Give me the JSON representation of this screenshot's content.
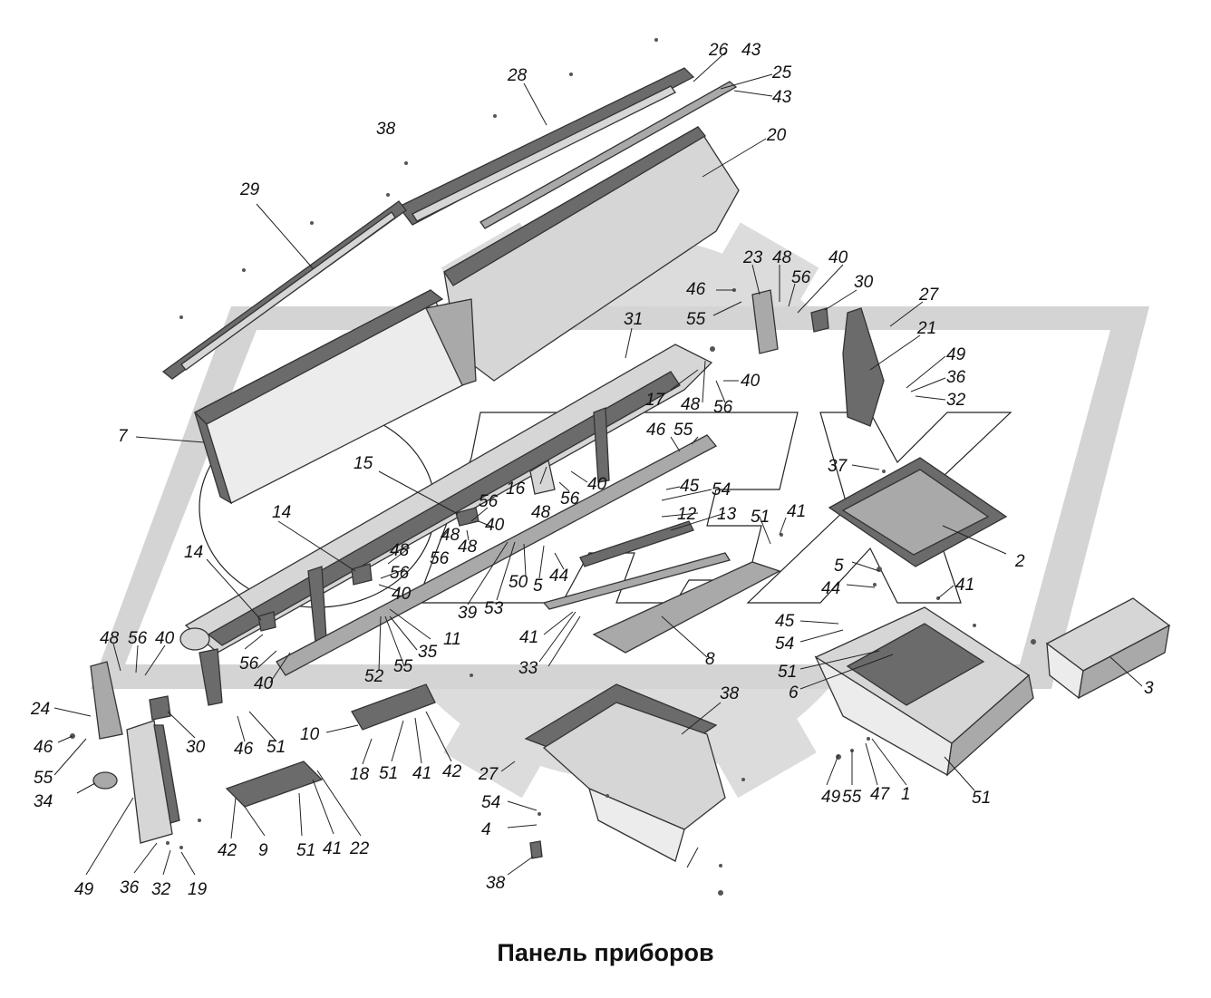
{
  "caption": "Панель приборов",
  "watermark": {
    "letters": [
      "М",
      "А",
      "З"
    ],
    "color": "#d9d9d9"
  },
  "colors": {
    "part_dark": "#6b6b6b",
    "part_mid": "#a9a9a9",
    "part_light": "#d6d6d6",
    "outline": "#333333"
  },
  "callouts": [
    "26",
    "43",
    "25",
    "43",
    "28",
    "20",
    "38",
    "29",
    "23",
    "48",
    "40",
    "30",
    "27",
    "46",
    "56",
    "55",
    "31",
    "21",
    "49",
    "36",
    "32",
    "7",
    "17",
    "48",
    "56",
    "40",
    "46",
    "55",
    "37",
    "15",
    "16",
    "48",
    "56",
    "40",
    "56",
    "45",
    "54",
    "14",
    "40",
    "12",
    "13",
    "51",
    "41",
    "56",
    "48",
    "2",
    "48",
    "56",
    "5",
    "44",
    "40",
    "14",
    "39",
    "53",
    "50",
    "5",
    "44",
    "41",
    "45",
    "54",
    "51",
    "6",
    "48",
    "11",
    "41",
    "33",
    "8",
    "35",
    "52",
    "55",
    "48",
    "56",
    "40",
    "56",
    "40",
    "3",
    "24",
    "30",
    "46",
    "55",
    "46",
    "51",
    "10",
    "51",
    "41",
    "42",
    "18",
    "38",
    "27",
    "34",
    "54",
    "4",
    "49",
    "55",
    "47",
    "1",
    "51",
    "42",
    "9",
    "51",
    "41",
    "22",
    "49",
    "36",
    "32",
    "19",
    "38"
  ]
}
